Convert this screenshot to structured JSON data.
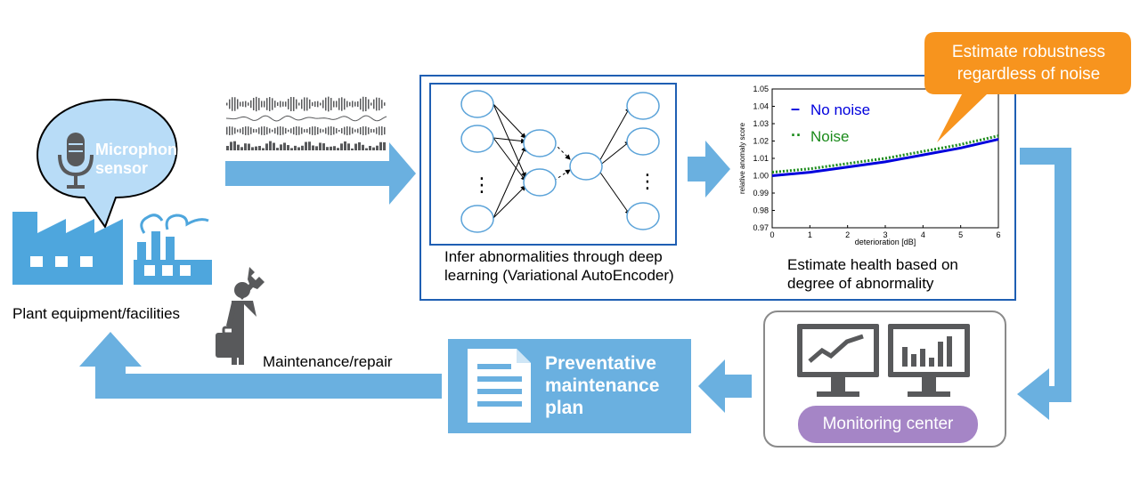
{
  "colors": {
    "arrow_blue": "#6ab0e0",
    "frame_blue": "#1f5fb3",
    "node_blue": "#5ba3d9",
    "bubble_fill": "#b8dcf7",
    "icon_blue": "#4ea6dd",
    "gray_icon": "#58595b",
    "pill_purple": "#a585c6",
    "callout_orange": "#f7941e",
    "plot_blue": "#0000dd",
    "plot_green": "#1a8a1a"
  },
  "plant": {
    "bubble_label": "Microphone sensor",
    "label": "Plant equipment/facilities"
  },
  "inference": {
    "label": "Infer abnormalities through deep learning (Variational AutoEncoder)",
    "nodes_dots": "⋮"
  },
  "estimate": {
    "label": "Estimate health based on degree of abnormality"
  },
  "callout": {
    "text": "Estimate robustness regardless of noise"
  },
  "monitoring": {
    "label": "Monitoring center"
  },
  "plan": {
    "label": "Preventative maintenance plan"
  },
  "maintenance": {
    "label": "Maintenance/repair"
  },
  "chart_data": {
    "type": "line",
    "title": "",
    "xlabel": "deterioration [dB]",
    "ylabel": "relative anomaly score",
    "xlim": [
      0,
      6
    ],
    "ylim": [
      0.97,
      1.05
    ],
    "xticks": [
      0,
      1,
      2,
      3,
      4,
      5,
      6
    ],
    "yticks": [
      0.97,
      0.98,
      0.99,
      1.0,
      1.01,
      1.02,
      1.03,
      1.04,
      1.05
    ],
    "ytick_labels": [
      "0.97",
      "0.98",
      "0.99",
      "1.00",
      "1.01",
      "1.02",
      "1.03",
      "1.04",
      "1.05"
    ],
    "legend_position": "top-left",
    "series": [
      {
        "name": "No noise",
        "color": "#0000dd",
        "style": "solid",
        "x": [
          0,
          1,
          2,
          3,
          4,
          5,
          6
        ],
        "y": [
          1.0,
          1.002,
          1.005,
          1.008,
          1.012,
          1.016,
          1.021
        ]
      },
      {
        "name": "Noise",
        "color": "#1a8a1a",
        "style": "dotted",
        "x": [
          0,
          1,
          2,
          3,
          4,
          5,
          6
        ],
        "y": [
          1.002,
          1.004,
          1.007,
          1.01,
          1.014,
          1.018,
          1.023
        ]
      }
    ]
  }
}
